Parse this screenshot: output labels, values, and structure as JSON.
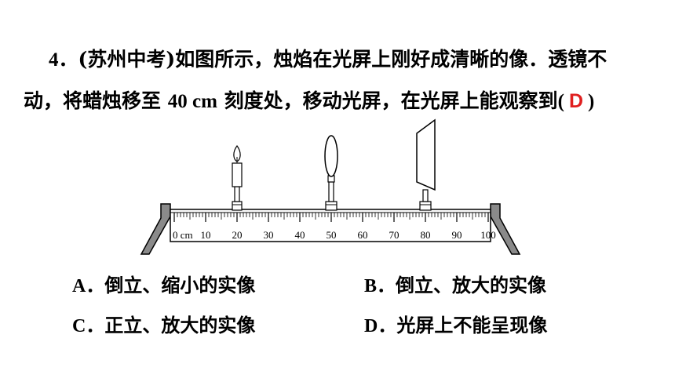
{
  "question": {
    "number": "4",
    "source": "(苏州中考)",
    "line1_text": "如图所示，烛焰在光屏上刚好成清晰的像．透镜不",
    "line2_text_a": "动，将蜡烛移至",
    "distance": "40 cm",
    "line2_text_b": "刻度处，移动光屏，在光屏上能观察到",
    "paren_open": "(",
    "answer": "D",
    "paren_close": ")"
  },
  "figure": {
    "unit_label": "0 cm",
    "scale_labels": [
      "10",
      "20",
      "30",
      "40",
      "50",
      "60",
      "70",
      "80",
      "90",
      "100"
    ],
    "candle_position_cm": 20,
    "lens_position_cm": 50,
    "screen_position_cm": 80
  },
  "options": [
    {
      "letter": "A",
      "text": "倒立、缩小的实像"
    },
    {
      "letter": "B",
      "text": "倒立、放大的实像"
    },
    {
      "letter": "C",
      "text": "正立、放大的实像"
    },
    {
      "letter": "D",
      "text": "光屏上不能呈现像"
    }
  ],
  "colors": {
    "answer": "#e02020",
    "bench": "#808080"
  }
}
